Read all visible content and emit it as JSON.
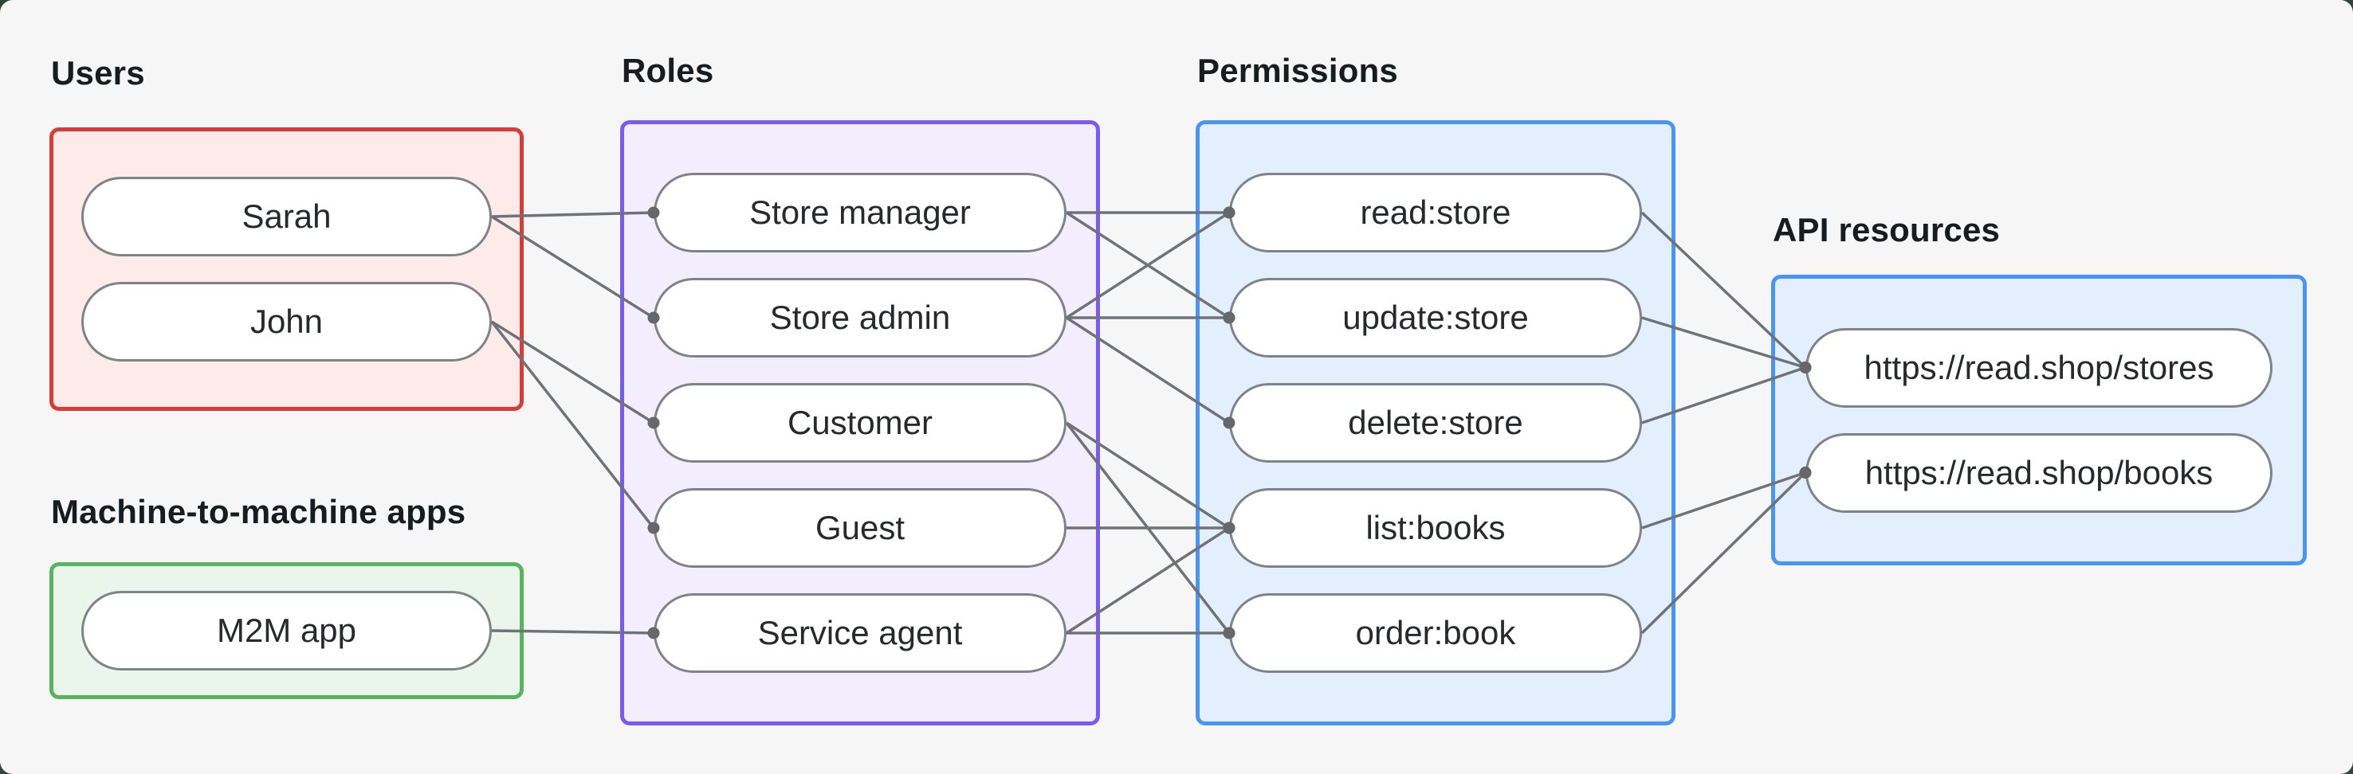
{
  "canvas": {
    "panel_bg": "#f5f6f5",
    "outside_bg": "#31463b",
    "label_color": "#191c1e"
  },
  "node_style": {
    "bg": "#ffffff",
    "border": "#7e8387",
    "text": "#27292b"
  },
  "edge_style": {
    "color": "#6f7276",
    "width": 3.5,
    "dot_color": "#65686b",
    "dot_radius": 7.5
  },
  "groups": [
    {
      "id": "users",
      "label": "Users",
      "accent": "#da3b36",
      "fill": "#fcebe9",
      "nodes": [
        {
          "id": "sarah",
          "label": "Sarah"
        },
        {
          "id": "john",
          "label": "John"
        }
      ]
    },
    {
      "id": "m2m-apps",
      "label": "Machine-to-machine apps",
      "accent": "#57b560",
      "fill": "#eaf6ec",
      "nodes": [
        {
          "id": "m2m-app",
          "label": "M2M app"
        }
      ]
    },
    {
      "id": "roles",
      "label": "Roles",
      "accent": "#7a5af5",
      "fill": "#f3eefd",
      "nodes": [
        {
          "id": "store-manager",
          "label": "Store manager"
        },
        {
          "id": "store-admin",
          "label": "Store admin"
        },
        {
          "id": "customer",
          "label": "Customer"
        },
        {
          "id": "guest",
          "label": "Guest"
        },
        {
          "id": "service-agent",
          "label": "Service agent"
        }
      ]
    },
    {
      "id": "permissions",
      "label": "Permissions",
      "accent": "#4895f7",
      "fill": "#e3effc",
      "nodes": [
        {
          "id": "read-store",
          "label": "read:store"
        },
        {
          "id": "update-store",
          "label": "update:store"
        },
        {
          "id": "delete-store",
          "label": "delete:store"
        },
        {
          "id": "list-books",
          "label": "list:books"
        },
        {
          "id": "order-book",
          "label": "order:book"
        }
      ]
    },
    {
      "id": "api-resources",
      "label": "API resources",
      "accent": "#4895f7",
      "fill": "#e3effc",
      "nodes": [
        {
          "id": "api-stores",
          "label": "https://read.shop/stores"
        },
        {
          "id": "api-books",
          "label": "https://read.shop/books"
        }
      ]
    }
  ],
  "edges": [
    {
      "from": "sarah",
      "to": "store-manager"
    },
    {
      "from": "sarah",
      "to": "store-admin"
    },
    {
      "from": "john",
      "to": "customer"
    },
    {
      "from": "john",
      "to": "guest"
    },
    {
      "from": "m2m-app",
      "to": "service-agent"
    },
    {
      "from": "store-manager",
      "to": "read-store"
    },
    {
      "from": "store-manager",
      "to": "update-store"
    },
    {
      "from": "store-admin",
      "to": "read-store"
    },
    {
      "from": "store-admin",
      "to": "update-store"
    },
    {
      "from": "store-admin",
      "to": "delete-store"
    },
    {
      "from": "customer",
      "to": "list-books"
    },
    {
      "from": "customer",
      "to": "order-book"
    },
    {
      "from": "guest",
      "to": "list-books"
    },
    {
      "from": "service-agent",
      "to": "list-books"
    },
    {
      "from": "service-agent",
      "to": "order-book"
    },
    {
      "from": "read-store",
      "to": "api-stores"
    },
    {
      "from": "update-store",
      "to": "api-stores"
    },
    {
      "from": "delete-store",
      "to": "api-stores"
    },
    {
      "from": "list-books",
      "to": "api-books"
    },
    {
      "from": "order-book",
      "to": "api-books"
    }
  ]
}
